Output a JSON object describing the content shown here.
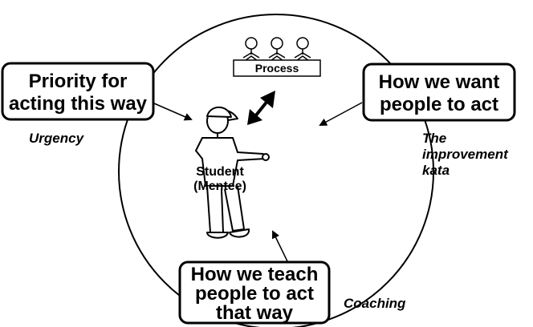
{
  "boxes": {
    "priority": [
      "Priority for",
      "acting this way"
    ],
    "want": [
      "How we want",
      "people to act"
    ],
    "teach": [
      "How we teach",
      "people to act",
      "that way"
    ]
  },
  "labels": {
    "urgency": "Urgency",
    "kata": [
      "The",
      "improvement",
      "kata"
    ],
    "coaching": "Coaching"
  },
  "student": [
    "Student",
    "(Mentee)"
  ],
  "process": "Process"
}
